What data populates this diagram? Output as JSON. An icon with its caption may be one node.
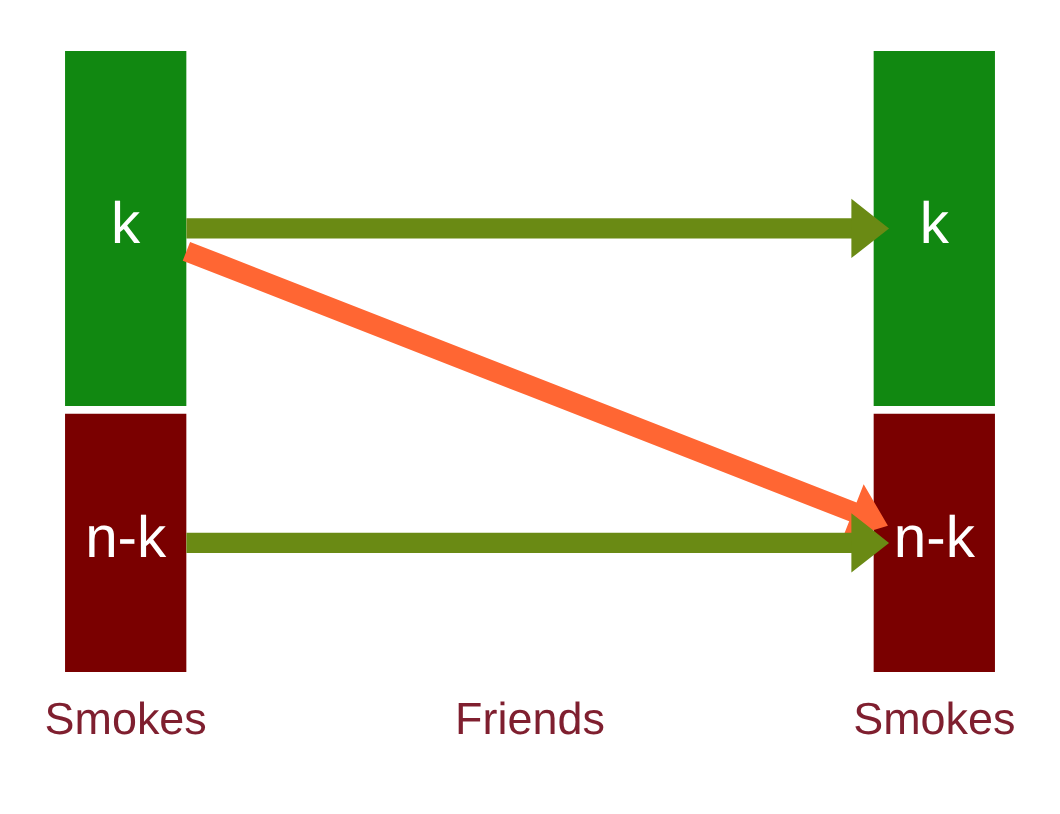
{
  "diagram": {
    "nodes": [
      {
        "text": [
          "k"
        ]
      },
      {
        "text": [
          "n-k"
        ]
      },
      {
        "text": [
          "k"
        ]
      },
      {
        "text": [
          "n-k"
        ]
      }
    ],
    "edges": [
      {
        "from": 0,
        "to": 2,
        "arrow": "to"
      },
      {
        "from": 0,
        "to": 3,
        "arrow": "to",
        "color": "#ff6633"
      },
      {
        "from": 1,
        "to": 3,
        "arrow": "to"
      }
    ],
    "labels": [
      "Smokes",
      "Friends",
      "Smokes"
    ]
  }
}
